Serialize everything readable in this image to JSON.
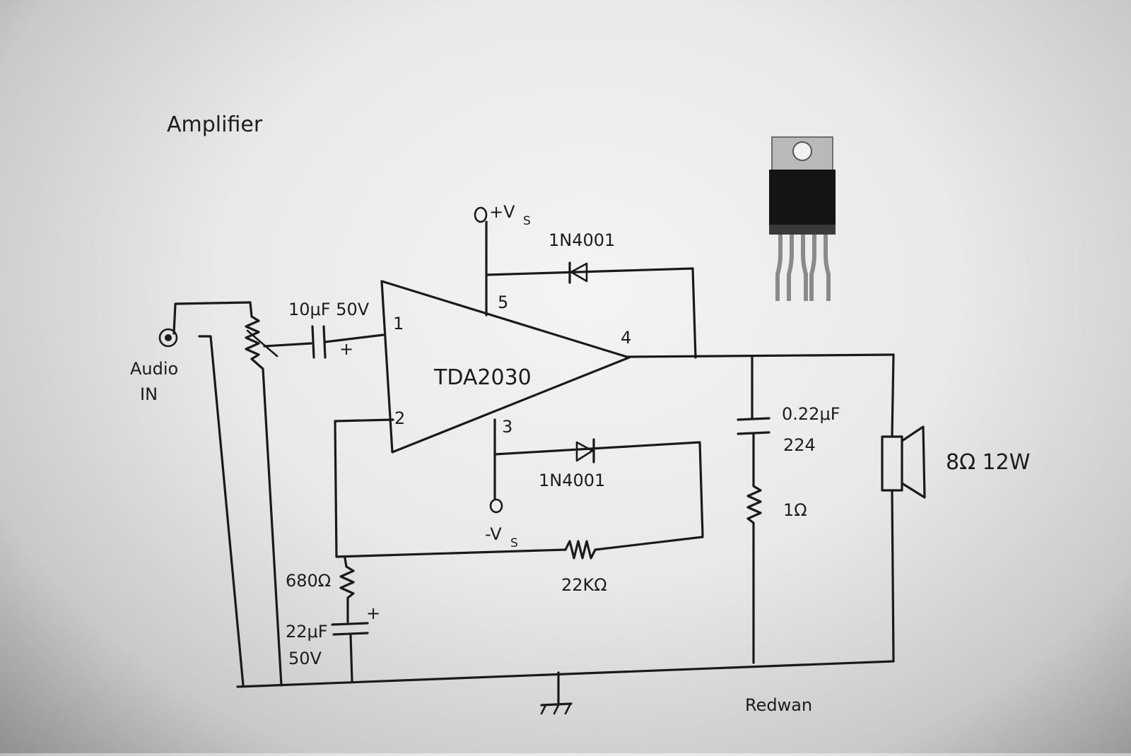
{
  "title": "Amplifier",
  "ic": {
    "name": "TDA2030",
    "pins": {
      "p1": "1",
      "p2": "2",
      "p3": "3",
      "p4": "4",
      "p5": "5"
    }
  },
  "supply": {
    "positive": "+V",
    "positive_sub": "S",
    "negative": "-V",
    "negative_sub": "S"
  },
  "diodes": {
    "top": "1N4001",
    "bottom": "1N4001"
  },
  "input": {
    "label_line1": "Audio",
    "label_line2": "IN"
  },
  "input_cap": {
    "label": "10μF 50V",
    "polarity": "+"
  },
  "feedback_resistor": "22KΩ",
  "bias_resistor": "680Ω",
  "bias_cap": {
    "line1": "22μF",
    "line2": "50V",
    "polarity": "+"
  },
  "zobel_cap": {
    "line1": "0.22μF",
    "line2": "224"
  },
  "zobel_resistor": "1Ω",
  "speaker": "8Ω 12W",
  "signature": "Redwan",
  "package_icon": "to220-5pin-icon"
}
